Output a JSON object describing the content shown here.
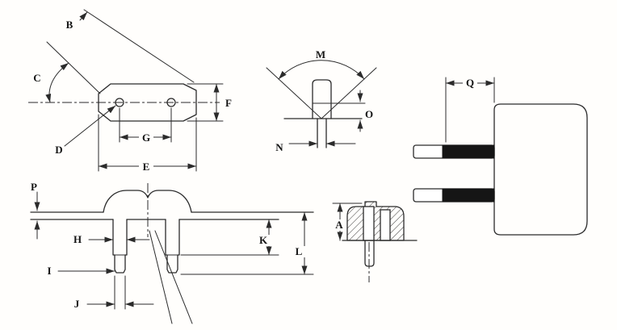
{
  "diagram": {
    "type": "technical-drawing",
    "labels": {
      "A": "A",
      "B": "B",
      "C": "C",
      "D": "D",
      "E": "E",
      "F": "F",
      "G": "G",
      "H": "H",
      "I": "I",
      "J": "J",
      "K": "K",
      "L": "L",
      "M": "M",
      "N": "N",
      "O": "O",
      "P": "P",
      "Q": "Q"
    },
    "colors": {
      "line_color": "#2b2b2b",
      "pin_sleeve_color": "#151515",
      "paper_color": "#fffefc"
    }
  }
}
